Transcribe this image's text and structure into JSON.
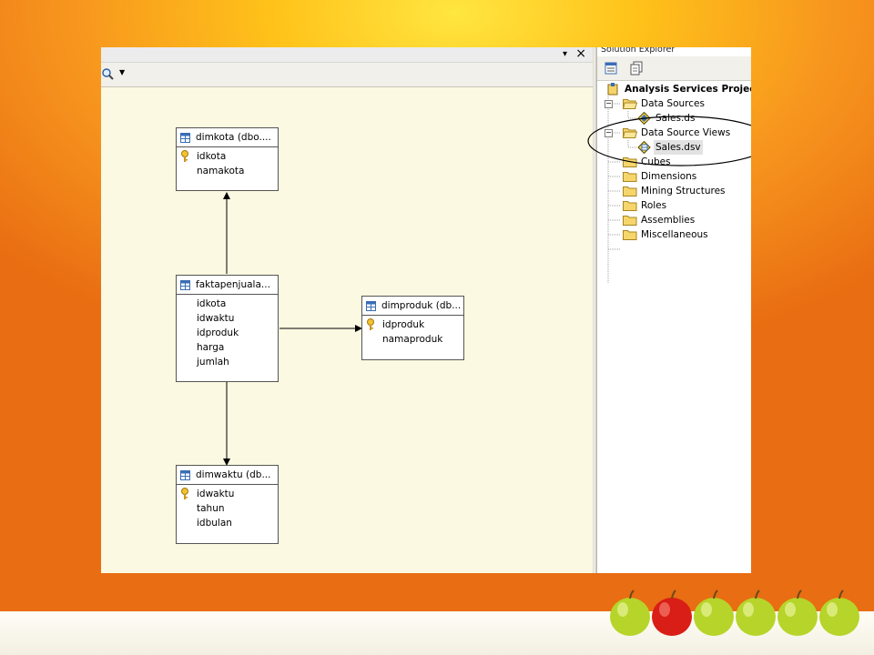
{
  "designer": {
    "tables": [
      {
        "id": "dimkota",
        "header": "dimkota (dbo....",
        "columns": [
          {
            "name": "idkota",
            "key": true
          },
          {
            "name": "namakota",
            "key": false
          }
        ]
      },
      {
        "id": "fakta",
        "header": "faktapenjuala...",
        "columns": [
          {
            "name": "idkota",
            "key": false
          },
          {
            "name": "idwaktu",
            "key": false
          },
          {
            "name": "idproduk",
            "key": false
          },
          {
            "name": "harga",
            "key": false
          },
          {
            "name": "jumlah",
            "key": false
          }
        ]
      },
      {
        "id": "dimproduk",
        "header": "dimproduk (db...",
        "columns": [
          {
            "name": "idproduk",
            "key": true
          },
          {
            "name": "namaproduk",
            "key": false
          }
        ]
      },
      {
        "id": "dimwaktu",
        "header": "dimwaktu (db...",
        "columns": [
          {
            "name": "idwaktu",
            "key": true
          },
          {
            "name": "tahun",
            "key": false
          },
          {
            "name": "idbulan",
            "key": false
          }
        ]
      }
    ],
    "pane_close_glyph": "×",
    "pane_dropdown_glyph": "▾"
  },
  "explorer": {
    "title": "Solution Explorer",
    "project": "Analysis Services Project",
    "folders": {
      "data_sources": "Data Sources",
      "data_sources_file": "Sales.ds",
      "data_source_views": "Data Source Views",
      "data_source_views_file": "Sales.dsv",
      "cubes": "Cubes",
      "dimensions": "Dimensions",
      "mining": "Mining Structures",
      "roles": "Roles",
      "assemblies": "Assemblies",
      "misc": "Miscellaneous"
    },
    "expander_minus": "−"
  },
  "colors": {
    "apple_green": "#b6d42a",
    "apple_red": "#d81e16",
    "highlight_ellipse": "#000000"
  },
  "apples": [
    "green",
    "red",
    "green",
    "green",
    "green",
    "green"
  ]
}
